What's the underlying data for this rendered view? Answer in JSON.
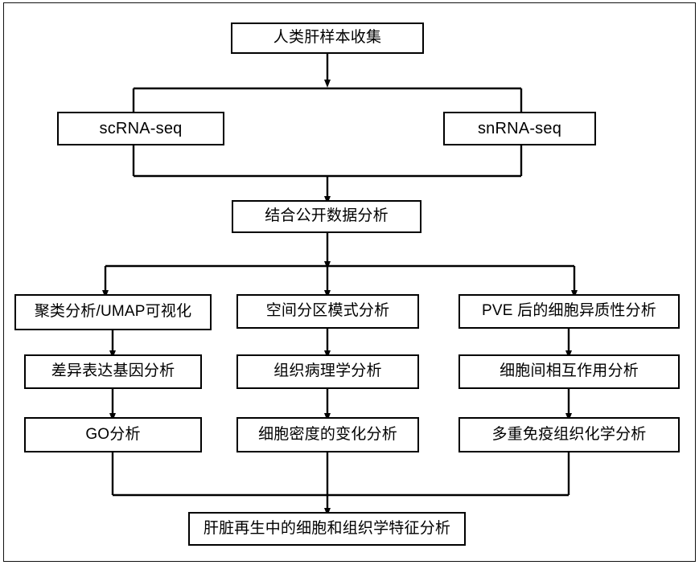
{
  "diagram": {
    "type": "flowchart",
    "orientation": "top-to-bottom",
    "language": "zh-CN",
    "colors": {
      "box_border": "#000000",
      "box_fill": "#ffffff",
      "connector": "#000000",
      "frame_border": "#111111",
      "background": "#ffffff"
    },
    "nodes": {
      "sample_collection": "人类肝样本收集",
      "scrna_seq": "scRNA-seq",
      "snrna_seq": "snRNA-seq",
      "public_data": "结合公开数据分析",
      "clustering_umap": "聚类分析/UMAP可视化",
      "spatial_zonation": "空间分区模式分析",
      "pve_heterogeneity": "PVE 后的细胞异质性分析",
      "deg_analysis": "差异表达基因分析",
      "histopathology": "组织病理学分析",
      "cell_interaction": "细胞间相互作用分析",
      "go_analysis": "GO分析",
      "cell_density": "细胞密度的变化分析",
      "multiplex_ihc": "多重免疫组织化学分析",
      "final_summary": "肝脏再生中的细胞和组织学特征分析"
    },
    "edges": [
      {
        "from": "sample_collection",
        "to": "scrna_seq",
        "style": "split-bus"
      },
      {
        "from": "sample_collection",
        "to": "snrna_seq",
        "style": "split-bus"
      },
      {
        "from": "scrna_seq",
        "to": "public_data",
        "style": "merge-bus"
      },
      {
        "from": "snrna_seq",
        "to": "public_data",
        "style": "merge-bus"
      },
      {
        "from": "public_data",
        "to": "clustering_umap",
        "style": "split-bus"
      },
      {
        "from": "public_data",
        "to": "spatial_zonation",
        "style": "straight"
      },
      {
        "from": "public_data",
        "to": "pve_heterogeneity",
        "style": "split-bus"
      },
      {
        "from": "clustering_umap",
        "to": "deg_analysis",
        "style": "straight"
      },
      {
        "from": "deg_analysis",
        "to": "go_analysis",
        "style": "straight"
      },
      {
        "from": "spatial_zonation",
        "to": "histopathology",
        "style": "straight"
      },
      {
        "from": "histopathology",
        "to": "cell_density",
        "style": "straight"
      },
      {
        "from": "pve_heterogeneity",
        "to": "cell_interaction",
        "style": "straight"
      },
      {
        "from": "cell_interaction",
        "to": "multiplex_ihc",
        "style": "straight"
      },
      {
        "from": "go_analysis",
        "to": "final_summary",
        "style": "merge-bus"
      },
      {
        "from": "cell_density",
        "to": "final_summary",
        "style": "merge-bus"
      },
      {
        "from": "multiplex_ihc",
        "to": "final_summary",
        "style": "merge-bus"
      }
    ]
  }
}
